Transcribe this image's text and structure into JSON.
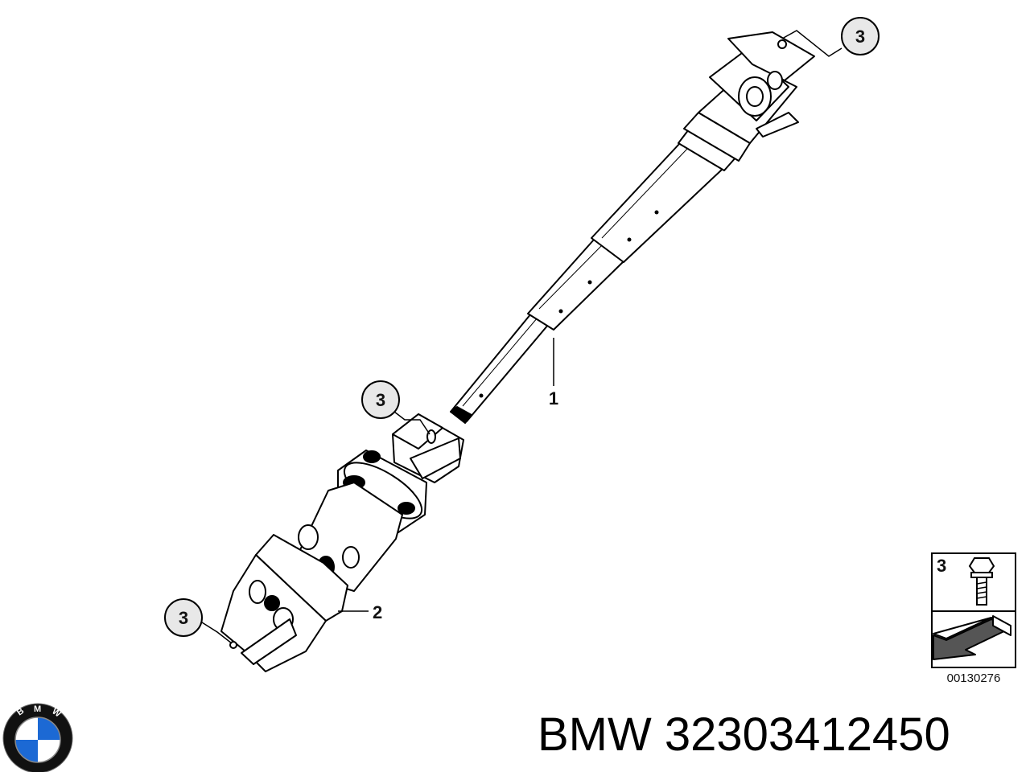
{
  "callouts": {
    "c1": "3",
    "c2": "3",
    "c3": "3",
    "part1": "1",
    "part2": "2"
  },
  "legend": {
    "number": "3",
    "drawing_number": "00130276"
  },
  "brand": {
    "logo_letters": [
      "B",
      "M",
      "W"
    ],
    "make": "BMW",
    "part_number": "32303412450",
    "colors": {
      "logo_blue": "#1c69d4",
      "logo_ring": "#111111"
    }
  }
}
